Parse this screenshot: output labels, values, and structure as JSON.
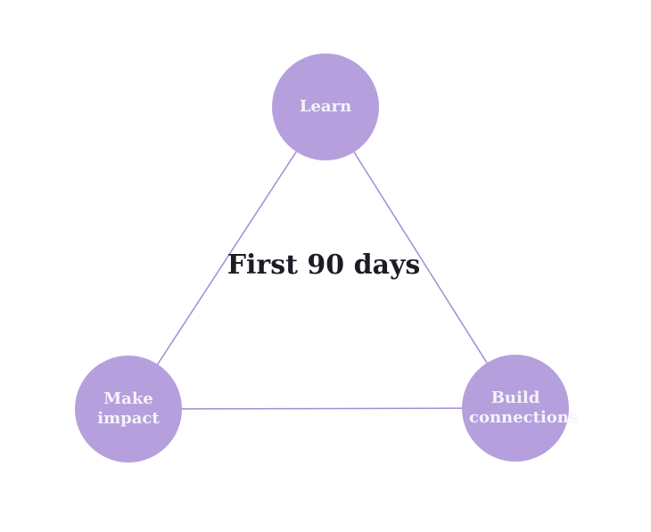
{
  "diagram": {
    "title": "First 90 days",
    "nodes": [
      {
        "id": "learn",
        "label": "Learn",
        "position": "top"
      },
      {
        "id": "make-impact",
        "label": "Make impact",
        "position": "bottom-left"
      },
      {
        "id": "build-connections",
        "label": "Build connections",
        "position": "bottom-right"
      }
    ],
    "edges": [
      {
        "from": "learn",
        "to": "make-impact"
      },
      {
        "from": "learn",
        "to": "build-connections"
      },
      {
        "from": "make-impact",
        "to": "build-connections"
      }
    ],
    "colors": {
      "node_fill": "#b5a0dd",
      "edge": "#a58bd3",
      "label": "#f6f3fb",
      "title": "#1f1b24",
      "background": "#ffffff"
    }
  }
}
